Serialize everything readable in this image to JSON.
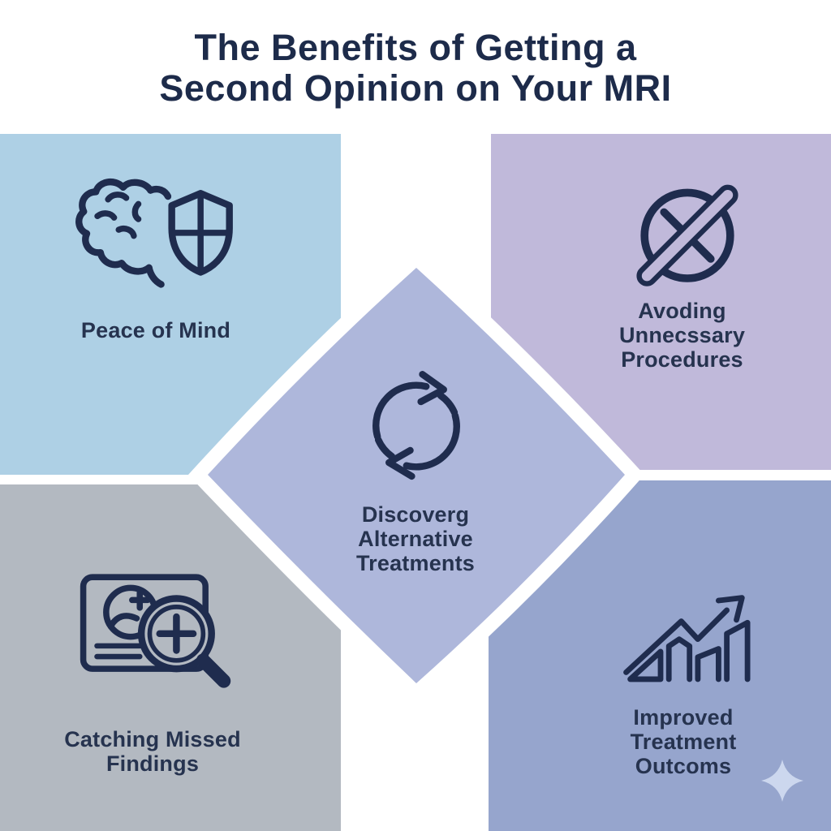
{
  "title": {
    "text": "The Benefits of Getting a\nSecond Opinion on Your MRI"
  },
  "cards": {
    "top_left": {
      "label": "Peace of Mind",
      "icon": "brain-shield-icon"
    },
    "top_right": {
      "label": "Avoding\nUnnecssary\nProcedures",
      "icon": "no-procedures-icon"
    },
    "bottom_left": {
      "label": "Catching Missed\nFindings",
      "icon": "scan-magnifier-icon"
    },
    "bottom_right": {
      "label": "Improved\nTreatment\nOutcoms",
      "icon": "growth-chart-icon"
    }
  },
  "center": {
    "label": "Discoverg\nAlternative\nTreatments",
    "icon": "cycle-arrows-icon"
  },
  "decorations": {
    "sparkle": "sparkle-icon"
  },
  "palette": {
    "background": "#ffffff",
    "title_text": "#1d2b4a",
    "label_text": "#26334f",
    "icon_stroke": "#1f2c4e",
    "card_top_left_bg": "#aed0e5",
    "card_top_right_bg": "#c0b9da",
    "card_bottom_left_bg": "#b3b9c1",
    "card_bottom_right_bg": "#96a5cd",
    "center_shape_bg": "#aeb7db",
    "sparkle": "#ccd7ee"
  }
}
